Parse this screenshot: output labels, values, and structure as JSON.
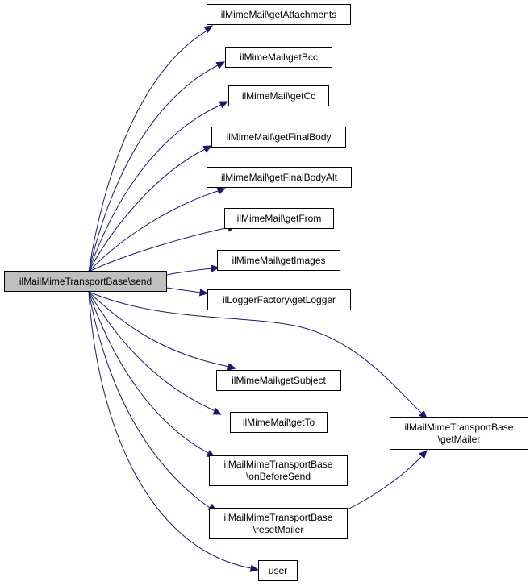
{
  "diagram": {
    "colors": {
      "edge": "#191970",
      "root_fill": "#bfbfbf",
      "node_fill": "#ffffff",
      "node_border": "#000000"
    },
    "root": {
      "id": "send",
      "label": "ilMailMimeTransportBase\\send"
    },
    "nodes": [
      {
        "id": "getAttachments",
        "lines": [
          "ilMimeMail\\getAttachments"
        ]
      },
      {
        "id": "getBcc",
        "lines": [
          "ilMimeMail\\getBcc"
        ]
      },
      {
        "id": "getCc",
        "lines": [
          "ilMimeMail\\getCc"
        ]
      },
      {
        "id": "getFinalBody",
        "lines": [
          "ilMimeMail\\getFinalBody"
        ]
      },
      {
        "id": "getFinalBodyAlt",
        "lines": [
          "ilMimeMail\\getFinalBodyAlt"
        ]
      },
      {
        "id": "getFrom",
        "lines": [
          "ilMimeMail\\getFrom"
        ]
      },
      {
        "id": "getImages",
        "lines": [
          "ilMimeMail\\getImages"
        ]
      },
      {
        "id": "getLogger",
        "lines": [
          "ilLoggerFactory\\getLogger"
        ]
      },
      {
        "id": "getSubject",
        "lines": [
          "ilMimeMail\\getSubject"
        ]
      },
      {
        "id": "getTo",
        "lines": [
          "ilMimeMail\\getTo"
        ]
      },
      {
        "id": "onBeforeSend",
        "lines": [
          "ilMailMimeTransportBase",
          "\\onBeforeSend"
        ]
      },
      {
        "id": "resetMailer",
        "lines": [
          "ilMailMimeTransportBase",
          "\\resetMailer"
        ]
      },
      {
        "id": "user",
        "lines": [
          "user"
        ]
      },
      {
        "id": "getMailer",
        "lines": [
          "ilMailMimeTransportBase",
          "\\getMailer"
        ]
      }
    ],
    "edges": [
      {
        "from": "send",
        "to": "getAttachments"
      },
      {
        "from": "send",
        "to": "getBcc"
      },
      {
        "from": "send",
        "to": "getCc"
      },
      {
        "from": "send",
        "to": "getFinalBody"
      },
      {
        "from": "send",
        "to": "getFinalBodyAlt"
      },
      {
        "from": "send",
        "to": "getFrom"
      },
      {
        "from": "send",
        "to": "getImages"
      },
      {
        "from": "send",
        "to": "getLogger"
      },
      {
        "from": "send",
        "to": "getMailer"
      },
      {
        "from": "send",
        "to": "getSubject"
      },
      {
        "from": "send",
        "to": "getTo"
      },
      {
        "from": "send",
        "to": "onBeforeSend"
      },
      {
        "from": "send",
        "to": "resetMailer"
      },
      {
        "from": "send",
        "to": "user"
      },
      {
        "from": "resetMailer",
        "to": "getMailer"
      }
    ]
  }
}
